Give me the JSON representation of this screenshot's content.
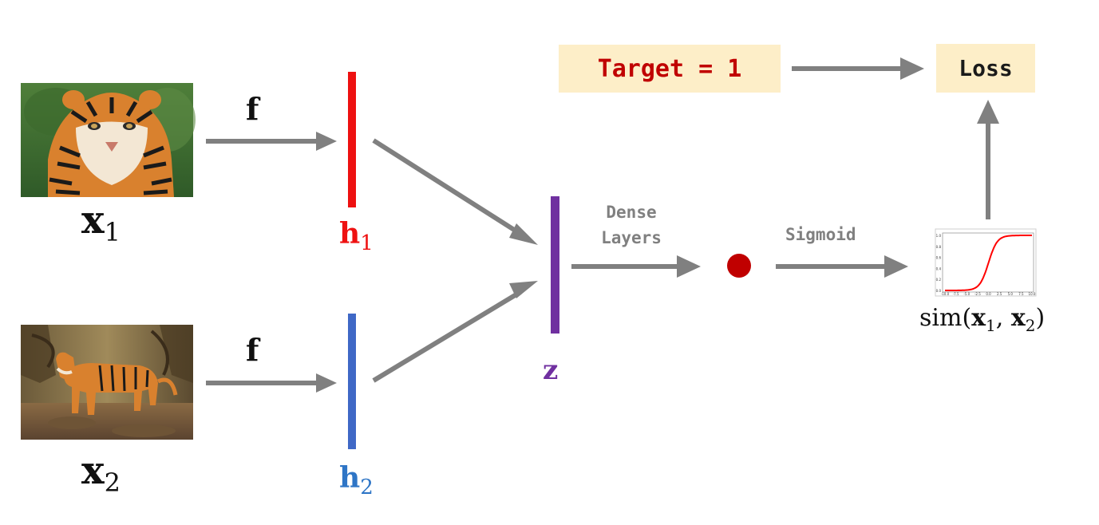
{
  "inputs": [
    {
      "var": "x",
      "sub": "1"
    },
    {
      "var": "x",
      "sub": "2"
    }
  ],
  "encoder_label": "f",
  "embeddings": [
    {
      "var": "h",
      "sub": "1",
      "color": "#ee1111"
    },
    {
      "var": "h",
      "sub": "2",
      "color": "#3f68c6"
    }
  ],
  "combined": {
    "var": "z",
    "color": "#7030a0"
  },
  "dense_label": [
    "Dense",
    "Layers"
  ],
  "sigmoid_label": "Sigmoid",
  "output_node_color": "#c00000",
  "similarity": {
    "prefix": "sim(",
    "a": "x",
    "a_sub": "1",
    "sep": ", ",
    "b": "x",
    "b_sub": "2",
    "suffix": ")"
  },
  "target": {
    "text": "Target = 1",
    "color": "#c00000"
  },
  "loss": {
    "text": "Loss"
  },
  "colors": {
    "arrow": "#808080",
    "box_bg": "#fdeec8",
    "curve": "#ff0000",
    "text_grey": "#808080"
  },
  "sigmoid_plot": {
    "x_ticks": [
      "-10.0",
      "-7.5",
      "-5.0",
      "-2.5",
      "0.0",
      "2.5",
      "5.0",
      "7.5",
      "10.0"
    ],
    "y_ticks": [
      "0.0",
      "0.2",
      "0.4",
      "0.6",
      "0.8",
      "1.0"
    ]
  }
}
